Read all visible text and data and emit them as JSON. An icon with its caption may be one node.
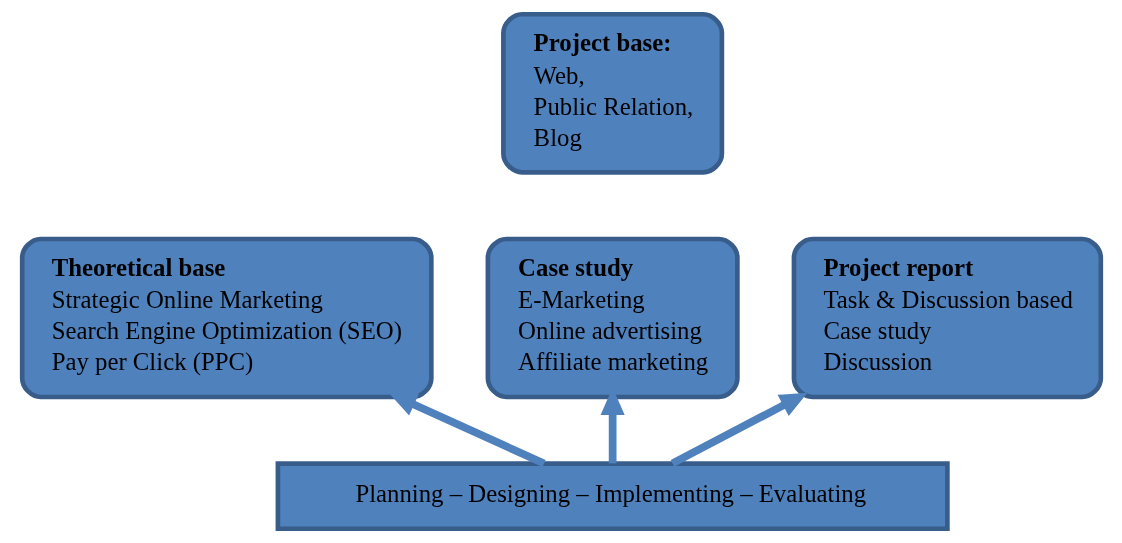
{
  "diagram": {
    "nodes": [
      {
        "text": [
          "Theoretical base",
          "Strategic Online Marketing",
          "Search Engine Optimization (SEO)",
          "Pay per Click (PPC)"
        ]
      },
      {
        "text": [
          "Project base:",
          "Web,",
          "Public Relation,",
          "Blog"
        ]
      },
      {
        "text": [
          "Case study",
          "E-Marketing",
          "Online advertising",
          "Affiliate marketing"
        ]
      },
      {
        "text": [
          "Project report",
          "Task & Discussion based",
          "Case study",
          "Discussion"
        ]
      },
      {
        "text": [
          "Planning – Designing – Implementing – Evaluating"
        ]
      }
    ],
    "edges": [
      {
        "from": 4,
        "to": 0,
        "arrow": "to"
      },
      {
        "from": 4,
        "to": 2,
        "arrow": "to"
      },
      {
        "from": 4,
        "to": 3,
        "arrow": "to"
      }
    ]
  }
}
